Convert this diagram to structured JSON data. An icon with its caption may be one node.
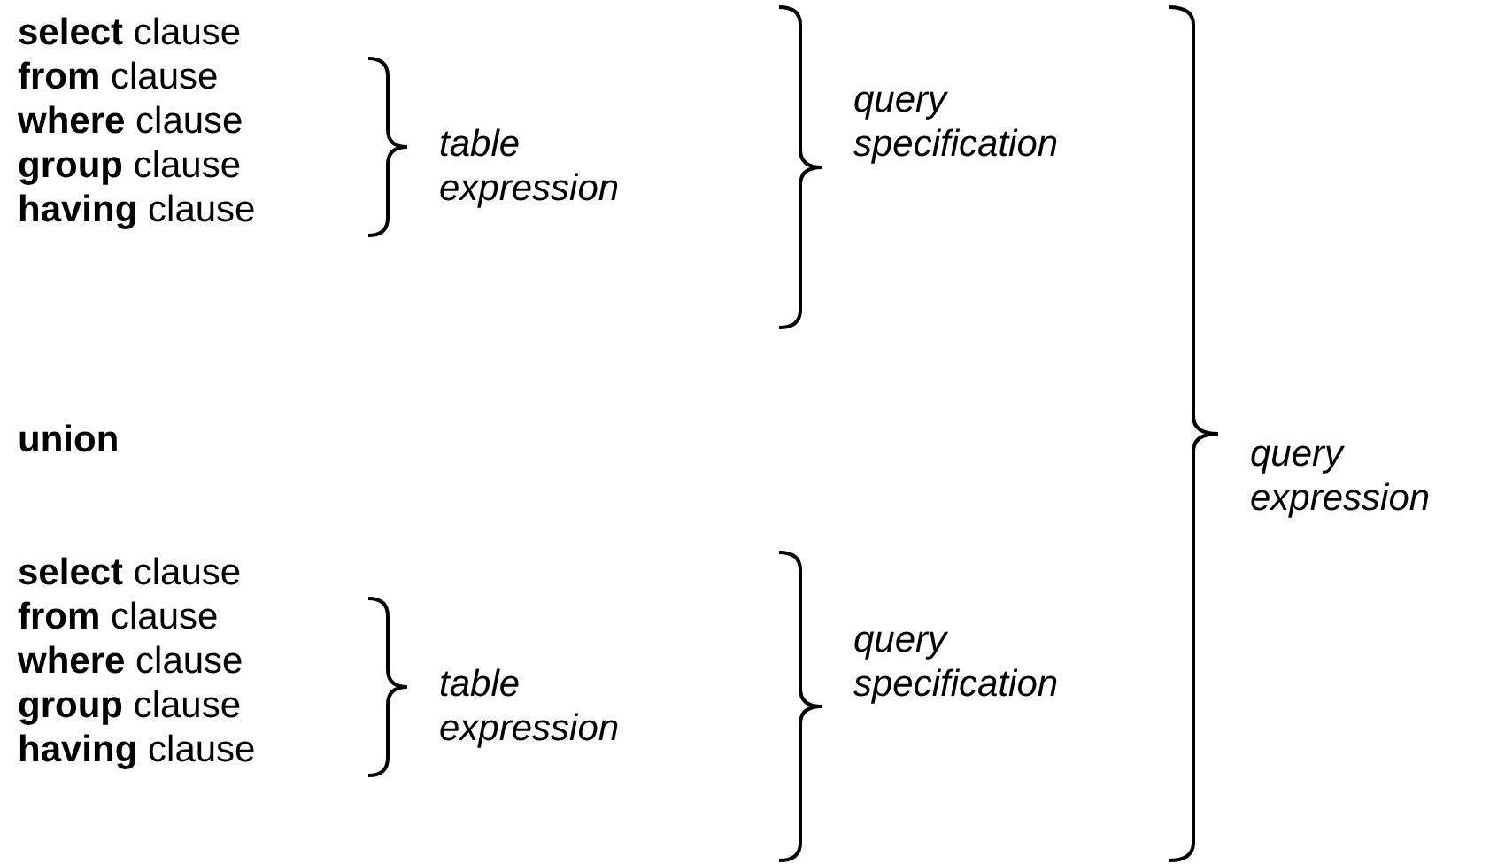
{
  "diagram": {
    "labels": [
      "**select** clause",
      "**from** clause",
      "**where** clause",
      "**group** clause",
      "**having** clause",
      "table expression",
      "query specification",
      "**union**",
      "query expression",
      "**select** clause",
      "**from** clause",
      "**where** clause",
      "**group** clause",
      "**having** clause",
      "table expression",
      "query specification"
    ]
  }
}
